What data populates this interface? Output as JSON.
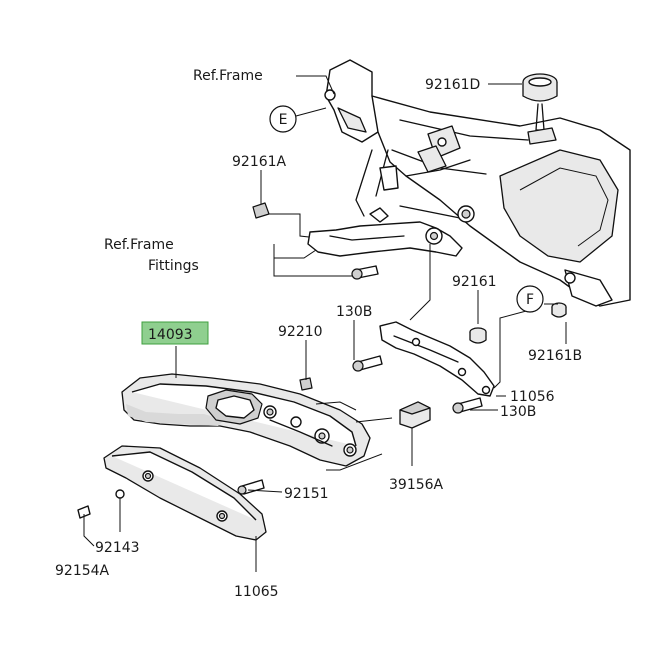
{
  "callouts": {
    "ref_frame": "Ref.Frame",
    "ref_frame_fittings_line1": "Ref.Frame",
    "ref_frame_fittings_line2": "Fittings",
    "p92161D": "92161D",
    "p92161A": "92161A",
    "p92161": "92161",
    "p130B_upper": "130B",
    "p92210": "92210",
    "p14093": "14093",
    "p92161B": "92161B",
    "p11056": "11056",
    "p130B_lower": "130B",
    "p39156A": "39156A",
    "p92151": "92151",
    "p92143": "92143",
    "p92154A": "92154A",
    "p11065": "11065"
  },
  "markers": {
    "E": "E",
    "F": "F"
  },
  "colors": {
    "highlight": "#8fcf8f",
    "line": "#111111"
  }
}
